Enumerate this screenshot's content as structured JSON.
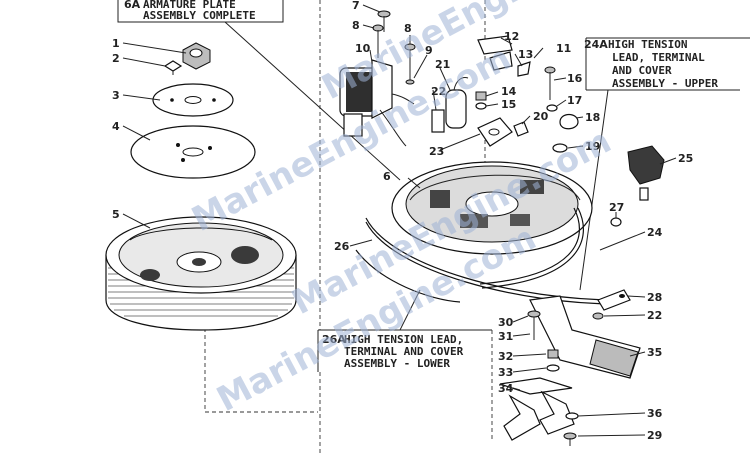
{
  "diagram": {
    "captions": {
      "armature_plate": {
        "number": "6A",
        "line1": "ARMATURE PLATE",
        "line2": "ASSEMBLY COMPLETE"
      },
      "upper_lead": {
        "number": "24A",
        "line1": "HIGH TENSION",
        "line2": "LEAD, TERMINAL",
        "line3": "AND COVER",
        "line4": "ASSEMBLY - UPPER"
      },
      "lower_lead": {
        "number": "26A",
        "line1": "HIGH TENSION LEAD,",
        "line2": "TERMINAL AND COVER",
        "line3": "ASSEMBLY - LOWER"
      }
    },
    "watermark": "MarineEngine.com",
    "part_numbers": {
      "p1": "1",
      "p2": "2",
      "p3": "3",
      "p4": "4",
      "p5": "5",
      "p6": "6",
      "p7": "7",
      "p8": "8",
      "p9": "9",
      "p10": "10",
      "p11": "11",
      "p12": "12",
      "p13": "13",
      "p14": "14",
      "p15": "15",
      "p16": "16",
      "p17": "17",
      "p18": "18",
      "p19": "19",
      "p20": "20",
      "p21": "21",
      "p22a": "22",
      "p22b": "22",
      "p23": "23",
      "p24": "24",
      "p25": "25",
      "p26": "26",
      "p27": "27",
      "p28": "28",
      "p29": "29",
      "p30": "30",
      "p31": "31",
      "p32": "32",
      "p33": "33",
      "p34": "34",
      "p35": "35",
      "p36": "36"
    }
  }
}
